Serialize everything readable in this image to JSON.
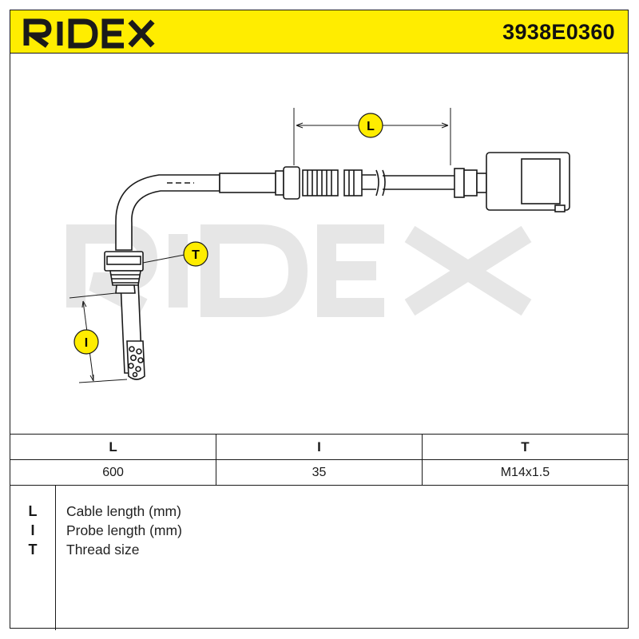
{
  "brand": {
    "logo_text": "RIDEX",
    "part_number": "3938E0360",
    "header_color": "#ffed00",
    "watermark_color": "#e6e6e6"
  },
  "diagram": {
    "callouts": [
      "L",
      "T",
      "I"
    ]
  },
  "specs": {
    "headers": [
      "L",
      "I",
      "T"
    ],
    "values": [
      "600",
      "35",
      "M14x1.5"
    ]
  },
  "legend": [
    {
      "key": "L",
      "description": "Cable length (mm)"
    },
    {
      "key": "I",
      "description": "Probe length (mm)"
    },
    {
      "key": "T",
      "description": "Thread size"
    }
  ]
}
